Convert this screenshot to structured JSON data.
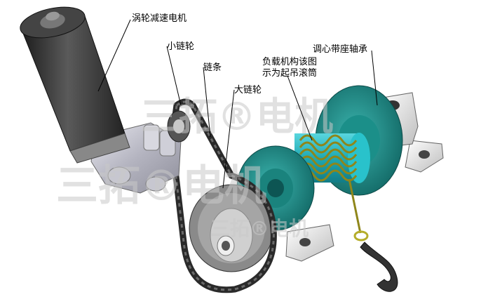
{
  "labels": {
    "worm_motor": "涡轮减速电机",
    "small_sprocket": "小链轮",
    "chain": "链条",
    "large_sprocket": "大链轮",
    "load_line1": "负载机构该图",
    "load_line2": "示为起吊滚筒",
    "bearing": "调心带座轴承"
  },
  "watermark": {
    "top_line": "三拓®电机",
    "bottom_line": "三拓®电机"
  },
  "colors": {
    "motor_body": "#3a3a3a",
    "gear_housing": "#b9b9c4",
    "flange": "#1f8f8a",
    "drum": "#2fc0c8",
    "rope": "#a59a1a",
    "bearing": "#e6e6e6",
    "hook": "#3b3b3b"
  }
}
